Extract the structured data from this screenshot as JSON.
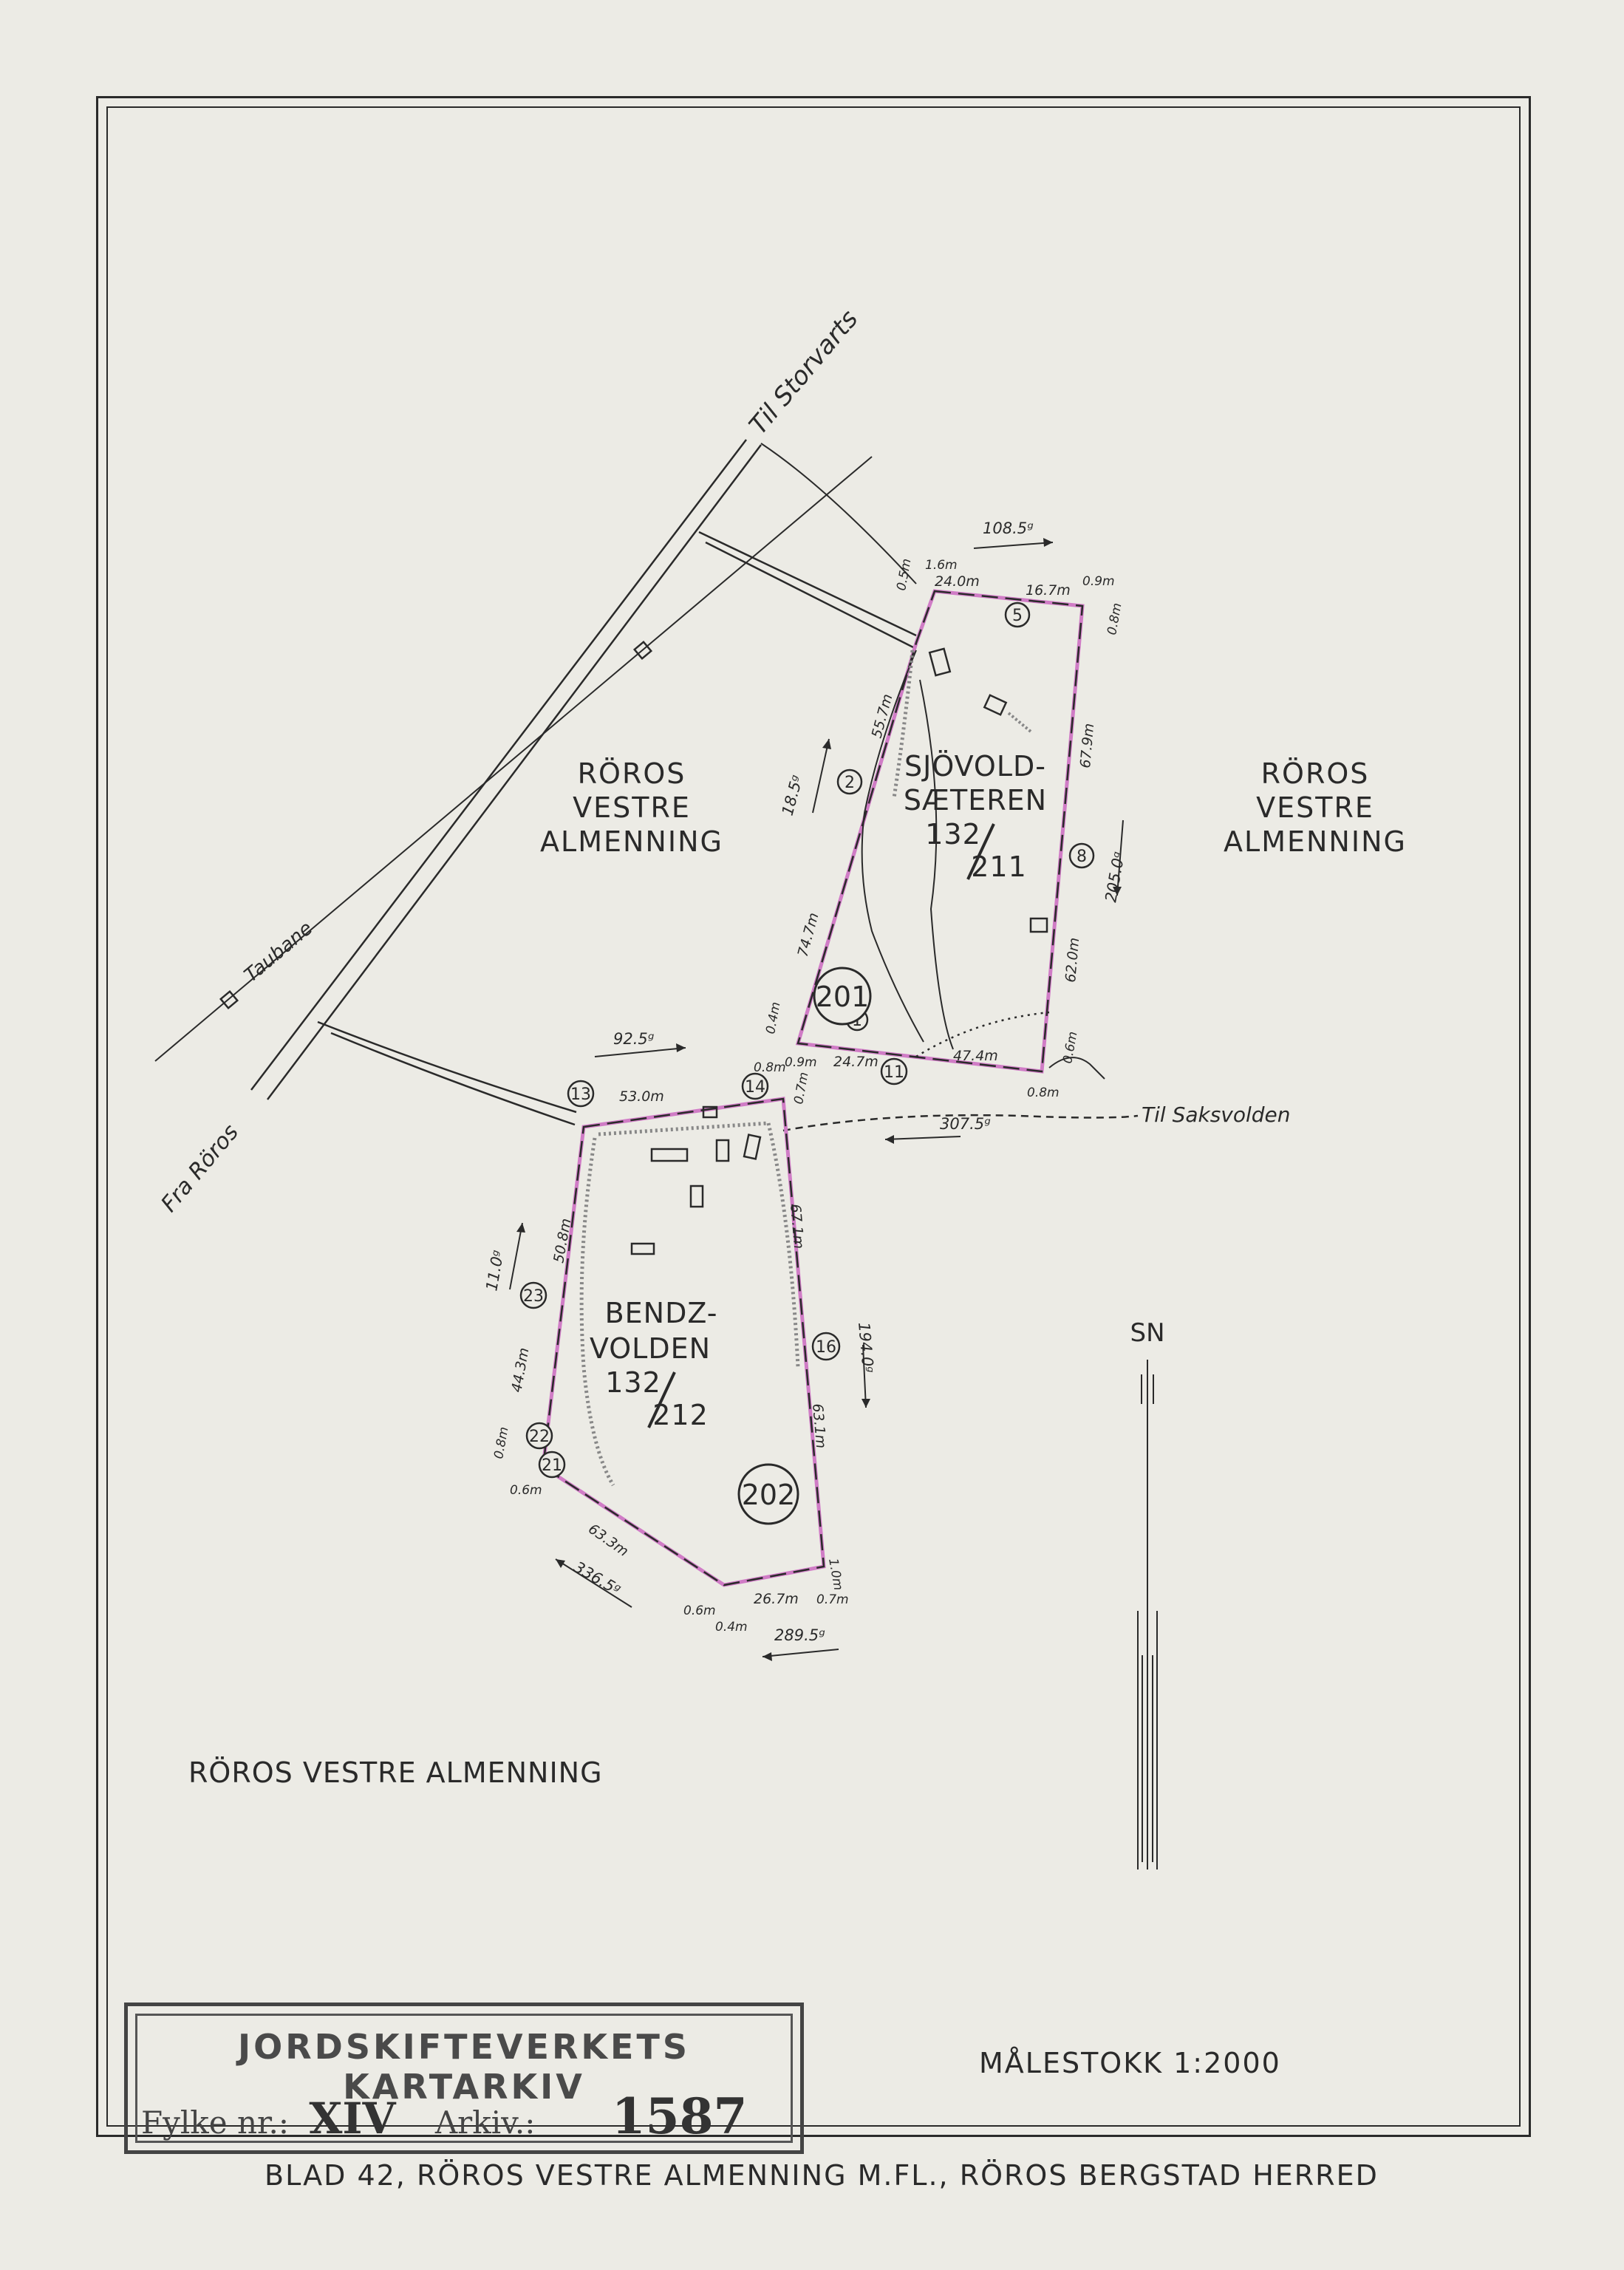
{
  "map": {
    "road_labels": {
      "to_storvarts": "Til Storvarts",
      "taubane": "Taubane",
      "fra_roros": "Fra Röros",
      "til_saksvolden": "Til Saksvolden"
    },
    "area_left": [
      "RÖROS",
      "VESTRE",
      "ALMENNING"
    ],
    "area_right": [
      "RÖROS",
      "VESTRE",
      "ALMENNING"
    ],
    "area_bottom": "RÖROS VESTRE ALMENNING",
    "parcel_201": {
      "name_lines": [
        "SJÖVOLD-",
        "SÆTEREN"
      ],
      "number_top": "132",
      "number_bottom": "211",
      "circle": "201"
    },
    "parcel_202": {
      "name_lines": [
        "BENDZ-",
        "VOLDEN"
      ],
      "number_top": "132",
      "number_bottom": "212",
      "circle": "202"
    },
    "points": [
      "1",
      "2",
      "5",
      "8",
      "11",
      "13",
      "14",
      "16",
      "21",
      "22",
      "23"
    ],
    "distances": {
      "d_24_0": "24.0m",
      "d_16_7": "16.7m",
      "d_55_7": "55.7m",
      "d_67_9": "67.9m",
      "d_74_7": "74.7m",
      "d_62_0": "62.0m",
      "d_24_7": "24.7m",
      "d_47_4": "47.4m",
      "d_53_0": "53.0m",
      "d_50_8": "50.8m",
      "d_67_1": "67.1m",
      "d_44_3": "44.3m",
      "d_63_1": "63.1m",
      "d_63_3": "63.3m",
      "d_26_7": "26.7m"
    },
    "offsets": {
      "o_1_6": "1.6m",
      "o_0_5": "0.5m",
      "o_0_9a": "0.9m",
      "o_0_8a": "0.8m",
      "o_0_4": "0.4m",
      "o_0_9b": "0.9m",
      "o_0_6a": "0.6m",
      "o_0_8b": "0.8m",
      "o_0_8c": "0.8m",
      "o_0_7a": "0.7m",
      "o_0_8d": "0.8m",
      "o_0_6b": "0.6m",
      "o_1_0": "1.0m",
      "o_0_6c": "0.6m",
      "o_0_4b": "0.4m",
      "o_0_7b": "0.7m"
    },
    "bearings": {
      "b_108_5": "108.5ᵍ",
      "b_18_5": "18.5ᵍ",
      "b_205_0": "205.0ᵍ",
      "b_92_5": "92.5ᵍ",
      "b_307_5": "307.5ᵍ",
      "b_11_0": "11.0ᵍ",
      "b_194_0": "194.0ᵍ",
      "b_336_5": "336.5ᵍ",
      "b_289_5": "289.5ᵍ"
    },
    "north_arrow": "SN",
    "scale": "MÅLESTOKK 1:2000",
    "footer": "BLAD 42, RÖROS VESTRE ALMENNING M.FL., RÖROS BERGSTAD HERRED"
  },
  "stamp": {
    "title": "JORDSKIFTEVERKETS KARTARKIV",
    "fylke_label": "Fylke nr.:",
    "fylke_value": "XIV",
    "arkiv_label": "Arkiv.:",
    "arkiv_value": "1587"
  },
  "colors": {
    "ink": "#2a2a2a",
    "boundary_magenta": "#d07cc6",
    "paper": "#ecebe5"
  }
}
